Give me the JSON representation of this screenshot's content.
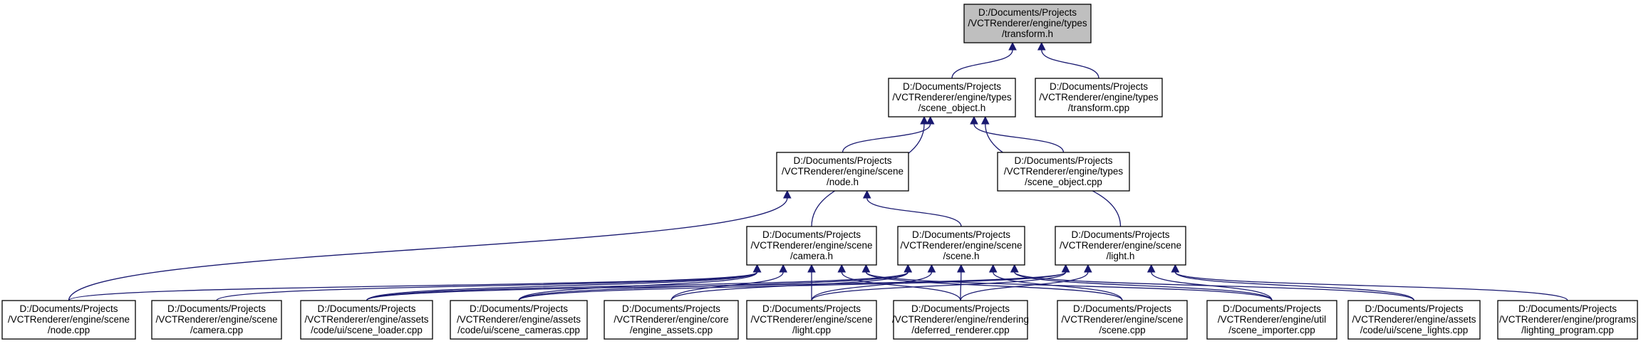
{
  "graph": {
    "colors": {
      "edge": "#191970",
      "node_border": "#000000",
      "root_fill": "#bfbfbf",
      "node_fill": "#ffffff"
    },
    "nodes": [
      {
        "id": "transform_h",
        "lines": [
          "D:/Documents/Projects",
          "/VCTRenderer/engine/types",
          "/transform.h"
        ],
        "root": true
      },
      {
        "id": "scene_object_h",
        "lines": [
          "D:/Documents/Projects",
          "/VCTRenderer/engine/types",
          "/scene_object.h"
        ]
      },
      {
        "id": "transform_cpp",
        "lines": [
          "D:/Documents/Projects",
          "/VCTRenderer/engine/types",
          "/transform.cpp"
        ]
      },
      {
        "id": "node_h",
        "lines": [
          "D:/Documents/Projects",
          "/VCTRenderer/engine/scene",
          "/node.h"
        ]
      },
      {
        "id": "scene_object_cpp",
        "lines": [
          "D:/Documents/Projects",
          "/VCTRenderer/engine/types",
          "/scene_object.cpp"
        ]
      },
      {
        "id": "camera_h",
        "lines": [
          "D:/Documents/Projects",
          "/VCTRenderer/engine/scene",
          "/camera.h"
        ]
      },
      {
        "id": "scene_h",
        "lines": [
          "D:/Documents/Projects",
          "/VCTRenderer/engine/scene",
          "/scene.h"
        ]
      },
      {
        "id": "light_h",
        "lines": [
          "D:/Documents/Projects",
          "/VCTRenderer/engine/scene",
          "/light.h"
        ]
      },
      {
        "id": "node_cpp",
        "lines": [
          "D:/Documents/Projects",
          "/VCTRenderer/engine/scene",
          "/node.cpp"
        ]
      },
      {
        "id": "camera_cpp",
        "lines": [
          "D:/Documents/Projects",
          "/VCTRenderer/engine/scene",
          "/camera.cpp"
        ]
      },
      {
        "id": "scene_loader_cpp",
        "lines": [
          "D:/Documents/Projects",
          "/VCTRenderer/engine/assets",
          "/code/ui/scene_loader.cpp"
        ]
      },
      {
        "id": "scene_cameras_cpp",
        "lines": [
          "D:/Documents/Projects",
          "/VCTRenderer/engine/assets",
          "/code/ui/scene_cameras.cpp"
        ]
      },
      {
        "id": "engine_assets_cpp",
        "lines": [
          "D:/Documents/Projects",
          "/VCTRenderer/engine/core",
          "/engine_assets.cpp"
        ]
      },
      {
        "id": "light_cpp",
        "lines": [
          "D:/Documents/Projects",
          "/VCTRenderer/engine/scene",
          "/light.cpp"
        ]
      },
      {
        "id": "deferred_renderer_cpp",
        "lines": [
          "D:/Documents/Projects",
          "/VCTRenderer/engine/rendering",
          "/deferred_renderer.cpp"
        ]
      },
      {
        "id": "scene_cpp",
        "lines": [
          "D:/Documents/Projects",
          "/VCTRenderer/engine/scene",
          "/scene.cpp"
        ]
      },
      {
        "id": "scene_importer_cpp",
        "lines": [
          "D:/Documents/Projects",
          "/VCTRenderer/engine/util",
          "/scene_importer.cpp"
        ]
      },
      {
        "id": "scene_lights_cpp",
        "lines": [
          "D:/Documents/Projects",
          "/VCTRenderer/engine/assets",
          "/code/ui/scene_lights.cpp"
        ]
      },
      {
        "id": "lighting_program_cpp",
        "lines": [
          "D:/Documents/Projects",
          "/VCTRenderer/engine/programs",
          "/lighting_program.cpp"
        ]
      }
    ],
    "edges": [
      [
        "scene_object_h",
        "transform_h"
      ],
      [
        "transform_cpp",
        "transform_h"
      ],
      [
        "node_h",
        "scene_object_h"
      ],
      [
        "scene_object_cpp",
        "scene_object_h"
      ],
      [
        "camera_h",
        "scene_object_h"
      ],
      [
        "light_h",
        "scene_object_h"
      ],
      [
        "node_cpp",
        "node_h"
      ],
      [
        "scene_h",
        "node_h"
      ],
      [
        "node_cpp",
        "camera_h"
      ],
      [
        "camera_cpp",
        "camera_h"
      ],
      [
        "scene_loader_cpp",
        "camera_h"
      ],
      [
        "scene_cameras_cpp",
        "camera_h"
      ],
      [
        "engine_assets_cpp",
        "camera_h"
      ],
      [
        "light_cpp",
        "camera_h"
      ],
      [
        "deferred_renderer_cpp",
        "camera_h"
      ],
      [
        "scene_cpp",
        "camera_h"
      ],
      [
        "scene_importer_cpp",
        "camera_h"
      ],
      [
        "scene_loader_cpp",
        "scene_h"
      ],
      [
        "scene_cameras_cpp",
        "scene_h"
      ],
      [
        "engine_assets_cpp",
        "scene_h"
      ],
      [
        "light_cpp",
        "scene_h"
      ],
      [
        "deferred_renderer_cpp",
        "scene_h"
      ],
      [
        "scene_cpp",
        "scene_h"
      ],
      [
        "scene_importer_cpp",
        "scene_h"
      ],
      [
        "scene_lights_cpp",
        "scene_h"
      ],
      [
        "scene_loader_cpp",
        "light_h"
      ],
      [
        "scene_cameras_cpp",
        "light_h"
      ],
      [
        "light_cpp",
        "light_h"
      ],
      [
        "deferred_renderer_cpp",
        "light_h"
      ],
      [
        "scene_importer_cpp",
        "light_h"
      ],
      [
        "scene_lights_cpp",
        "light_h"
      ],
      [
        "lighting_program_cpp",
        "light_h"
      ]
    ]
  }
}
